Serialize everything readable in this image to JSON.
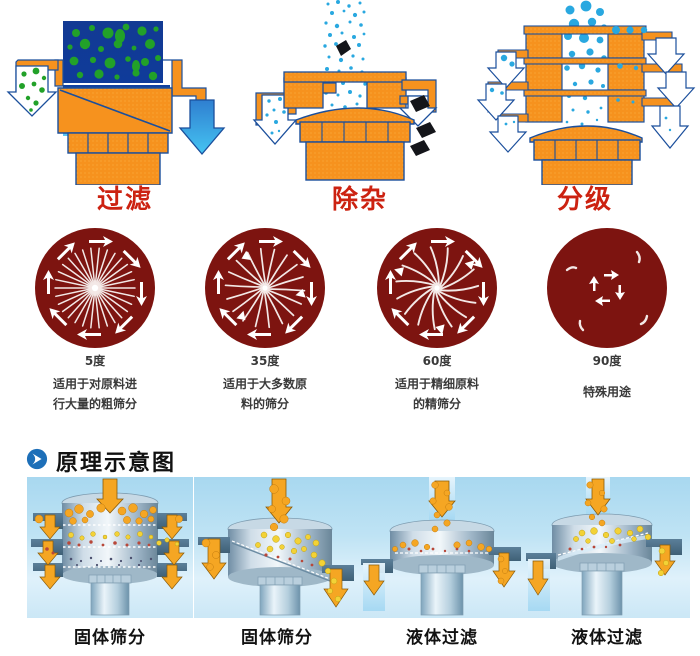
{
  "applications": {
    "items": [
      {
        "id": "filtration",
        "title": "过滤",
        "icon": "sieve-filtration-icon"
      },
      {
        "id": "impurity-removal",
        "title": "除杂",
        "icon": "sieve-impurity-removal-icon"
      },
      {
        "id": "classification",
        "title": "分级",
        "icon": "sieve-classification-icon"
      }
    ]
  },
  "motion_diagrams": {
    "items": [
      {
        "id": "deg5",
        "degree": "5度",
        "desc_lines": [
          "适用于对原料进",
          "行大量的粗筛分"
        ],
        "pattern": "radial-straight"
      },
      {
        "id": "deg35",
        "degree": "35度",
        "desc_lines": [
          "适用于大多数原",
          "料的筛分"
        ],
        "pattern": "radial-slight-curve"
      },
      {
        "id": "deg60",
        "degree": "60度",
        "desc_lines": [
          "适用于精细原料",
          "的精筛分"
        ],
        "pattern": "spiral-curve"
      },
      {
        "id": "deg90",
        "degree": "90度",
        "desc_lines": [
          "特殊用途"
        ],
        "pattern": "center-circle"
      }
    ],
    "colors": {
      "disc": "#7d1410",
      "stroke": "#ffffff"
    }
  },
  "principle_section": {
    "icon": "blue-chevron-circle-icon",
    "title": "原理示意图",
    "accent_color": "#1d6fb8",
    "panels": [
      {
        "id": "solid-screening-1",
        "label": "固体筛分",
        "type": "multi-deck-solid"
      },
      {
        "id": "solid-screening-2",
        "label": "固体筛分",
        "type": "single-deck-solid"
      },
      {
        "id": "liquid-filtration-1",
        "label": "液体过滤",
        "type": "single-deck-liquid"
      },
      {
        "id": "liquid-filtration-2",
        "label": "液体过滤",
        "type": "inclined-deck-liquid"
      }
    ]
  },
  "colors": {
    "heading_red": "#cc2211",
    "body_dark": "#3a3a3a",
    "machine_orange": "#f6921e",
    "machine_orange_dark": "#e07b12",
    "outline_blue": "#1b4f9c",
    "water_blue": "#29a8e0",
    "granule_green": "#22a129",
    "dark_blue": "#103f91",
    "panel_sky": "#a8d8f0"
  }
}
